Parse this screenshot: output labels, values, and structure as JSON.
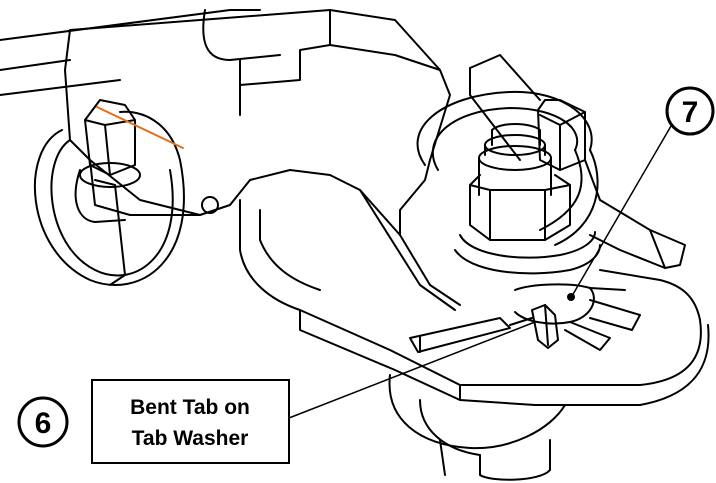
{
  "figure": {
    "callouts": [
      {
        "id": "7",
        "number": "7"
      },
      {
        "id": "6",
        "number": "6",
        "label_lines": [
          "Bent Tab on",
          "Tab Washer"
        ]
      }
    ],
    "colors": {
      "line": "#000000",
      "background": "#ffffff",
      "highlight": "#e07020"
    }
  }
}
